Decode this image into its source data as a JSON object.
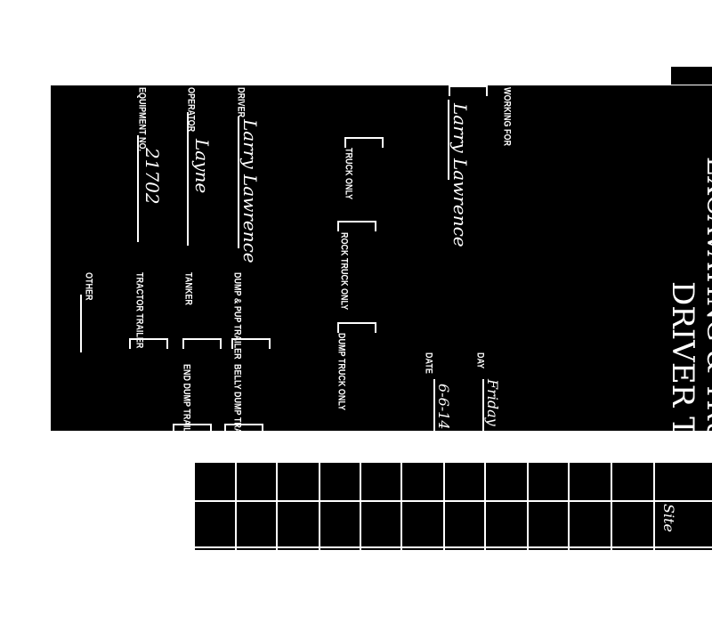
{
  "header": {
    "company": "EXCAVATING & TRUCKING",
    "title": "DRIVER TIME SHEET"
  },
  "fields": {
    "working_for": {
      "label": "WORKING FOR",
      "value": "Larry Lawrence"
    },
    "driver": {
      "label": "DRIVER",
      "value": "Larry Lawrence"
    },
    "operator": {
      "label": "OPERATOR",
      "value": "Layne"
    },
    "equipment_no": {
      "label": "EQUIPMENT NO.",
      "value": "21702"
    },
    "day": {
      "label": "DAY",
      "value": "Friday"
    },
    "date": {
      "label": "DATE",
      "value": "6-6-14"
    }
  },
  "checkboxes": [
    {
      "label": "TRUCK ONLY",
      "checked": true
    },
    {
      "label": "ROCK TRUCK ONLY",
      "checked": false
    },
    {
      "label": "DUMP TRUCK ONLY",
      "checked": false
    },
    {
      "label": "DUMP & PUP TRAILER",
      "checked": false
    },
    {
      "label": "TANKER",
      "checked": false
    },
    {
      "label": "TRACTOR TRAILER",
      "checked": true
    },
    {
      "label": "BELLY DUMP TRAILER",
      "checked": false
    },
    {
      "label": "END DUMP TRAILER",
      "checked": false
    }
  ],
  "other_label": "OTHER",
  "grid_note": "Site"
}
